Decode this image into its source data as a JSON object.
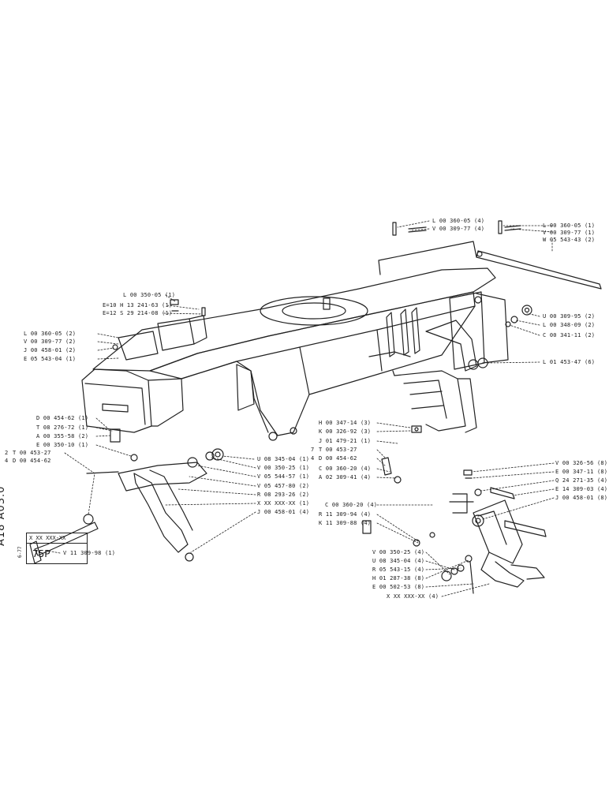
{
  "sheet": {
    "drawing_code": "A18 A03.0",
    "date_code": "6-77",
    "part_number": "X XX XXX-XX",
    "type": "75P"
  },
  "labels": [
    "L 00 360-05 (4)",
    "V 00 309-77 (4)",
    "L 00 360-05 (1)",
    "V 00 309-77 (1)",
    "W 05 543-43 (2)",
    "L 00 350-05 (1)",
    "E=10 H 13 241-63 (1)",
    "E=12 S 29 214-08 (1)",
    "U 00 309-95 (2)",
    "L 00 348-09 (2)",
    "C 00 341-11 (2)",
    "L 00 360-05 (2)",
    "V 00 309-77 (2)",
    "J 00 458-01 (2)",
    "E 05 543-04 (1)",
    "L 01 453-47 (6)",
    "H 00 347-14 (3)",
    "K 00 326-92 (3)",
    "J 01 479-21 (1)",
    "T 00 453-27",
    "D 00 454-62",
    "C 00 360-20 (4)",
    "A 02 309-41 (4)",
    "D 00 454-62 (1)",
    "T 08 276-72 (1)",
    "A 00 355-58 (2)",
    "E 00 350-10 (1)",
    "T 00 453-27",
    "D 00 454-62",
    "U 08 345-04 (1)",
    "V 00 350-25 (1)",
    "V 05 544-57 (1)",
    "V 05 457-80 (2)",
    "R 08 293-26 (2)",
    "X XX XXX-XX (1)",
    "J 00 458-01 (4)",
    "V 00 326-56 (8)",
    "E 00 347-11 (8)",
    "Q 24 271-35 (4)",
    "E 14 309-03 (4)",
    "J 00 458-01 (8)",
    "C 00 360-20 (4)",
    "R 11 309-94 (4)",
    "K 11 309-88 (4)",
    "V 11 309-98 (1)",
    "V 00 350-25 (4)",
    "U 08 345-04 (4)",
    "R 05 543-15 (4)",
    "H 01 287-38 (8)",
    "E 00 502-53 (8)",
    "X XX XXX-XX (4)"
  ],
  "refs": [
    "2",
    "4",
    "7",
    "4"
  ]
}
